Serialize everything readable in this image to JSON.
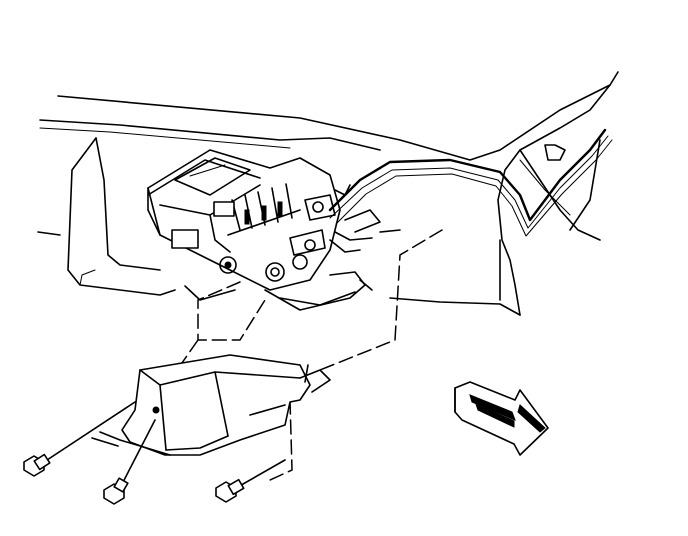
{
  "diagram": {
    "parts": [
      "frame-rail",
      "abs-modulator-assembly",
      "brake-lines",
      "shield",
      "shield-bolt",
      "view-arrow"
    ]
  }
}
